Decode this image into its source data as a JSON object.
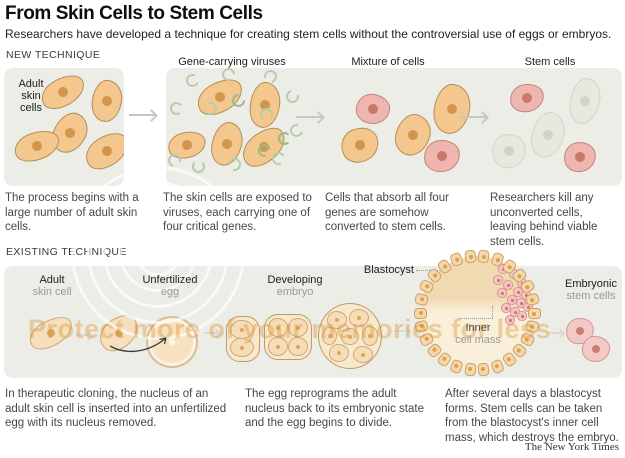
{
  "header": {
    "title": "From Skin Cells to Stem Cells",
    "subtitle": "Researchers have developed a technique for creating stem cells without the controversial use of eggs or embryos."
  },
  "new_technique": {
    "section_label": "NEW TECHNIQUE",
    "labels": {
      "adult_cells": "Adult skin cells",
      "viruses": "Gene-carrying viruses",
      "mixture": "Mixture of cells",
      "stem": "Stem cells"
    },
    "captions": [
      "The process begins with a large number of adult skin cells.",
      "The skin cells are exposed to viruses, each carrying one of four critical genes.",
      "Cells that absorb all four genes are somehow converted to stem cells.",
      "Researchers kill any unconverted cells, leaving behind viable stem cells."
    ]
  },
  "existing_technique": {
    "section_label": "EXISTING TECHNIQUE",
    "stages": [
      {
        "title": "Adult",
        "subtitle": "skin cell"
      },
      {
        "title": "Unfertilized",
        "subtitle": "egg"
      },
      {
        "title": "Developing",
        "subtitle": "embryo"
      },
      {
        "title": "Blastocyst",
        "subtitle": ""
      },
      {
        "title": "Embryonic",
        "subtitle": "stem cells"
      }
    ],
    "inner_cell_mass": {
      "title": "Inner",
      "subtitle": "cell mass"
    },
    "captions": [
      "In therapeutic cloning, the nucleus of an adult skin cell is inserted into an unfertilized egg with its nucleus removed.",
      "The egg reprograms the adult nucleus back to its embryonic state and the egg begins to divide.",
      "After several days a blastocyst forms. Stem cells can be taken from the blastocyst's inner cell mass, which destroys the embryo."
    ]
  },
  "credit": "The New York Times",
  "watermark": {
    "text": "Protect more of your memories for less"
  },
  "colors": {
    "band": "#ecede6",
    "cell_tan": "#f3c78e",
    "cell_pink": "#efb5af",
    "cell_faded": "#e7e8de",
    "virus_green": "#b7cdaa",
    "watermark_orange": "#d98e2b"
  }
}
